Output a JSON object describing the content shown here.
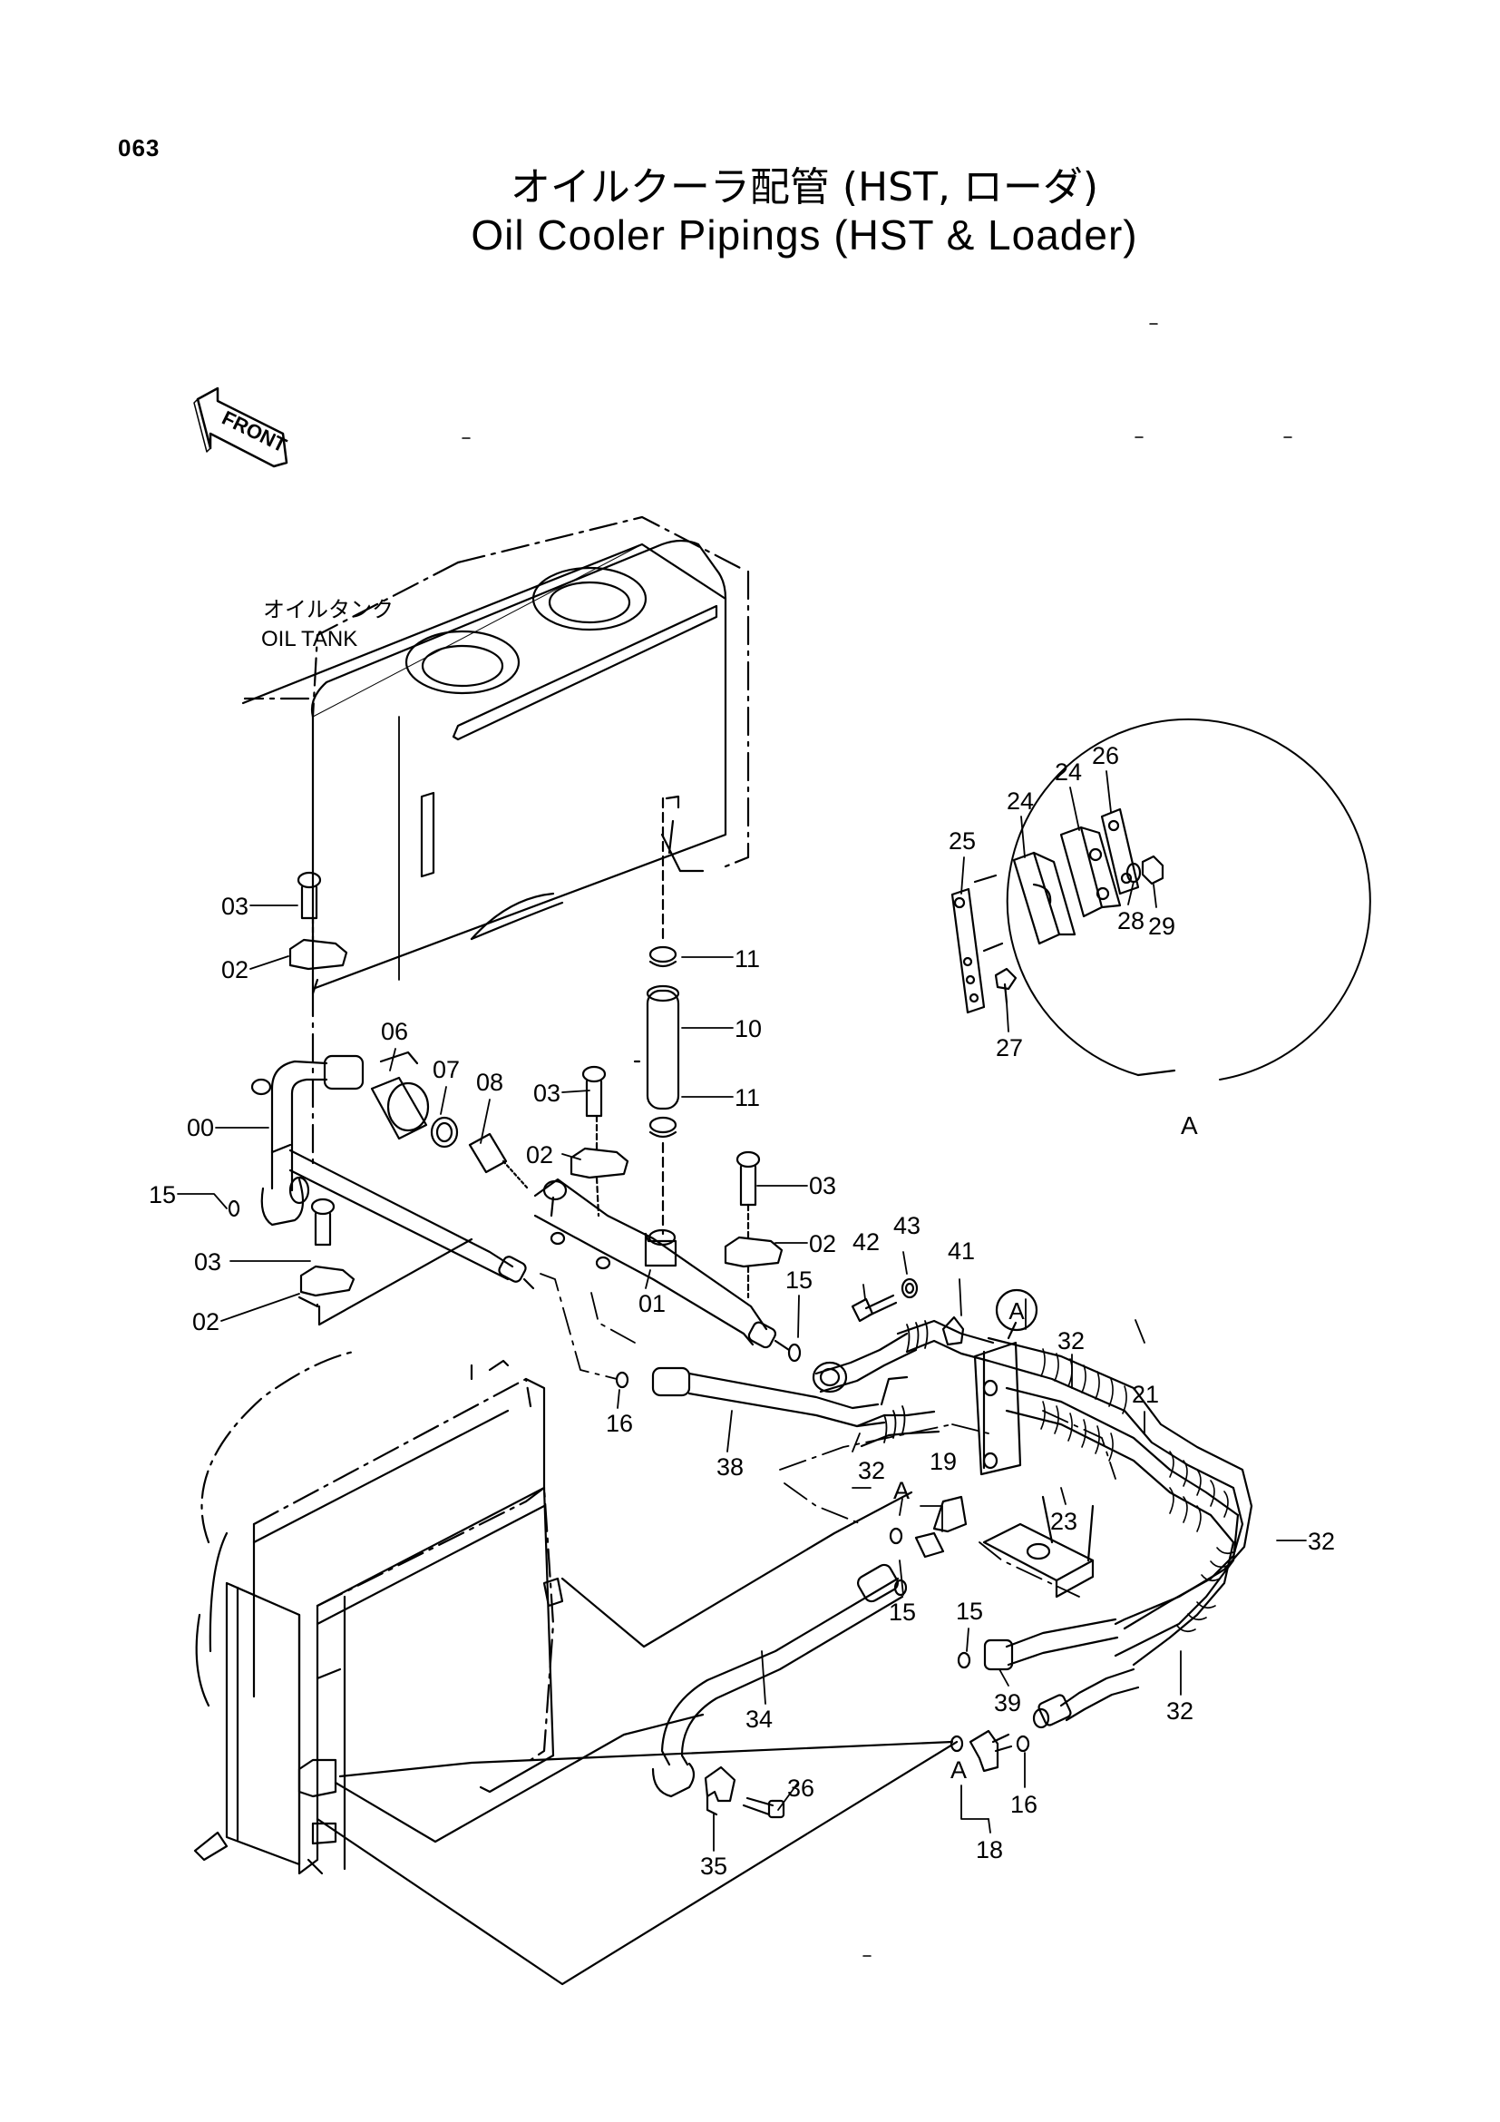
{
  "page_number": "063",
  "title_jp": "オイルクーラ配管 (HST, ローダ)",
  "title_en": "Oil Cooler Pipings (HST & Loader)",
  "front_label": "FRONT",
  "tank_label_jp": "オイルタンク",
  "tank_label_en": "OIL TANK",
  "detail_label": "A",
  "detail_callout": "A",
  "callouts": {
    "c00": "00",
    "c01": "01",
    "c02a": "02",
    "c02b": "02",
    "c02c": "02",
    "c02d": "02",
    "c03a": "03",
    "c03b": "03",
    "c03c": "03",
    "c03d": "03",
    "c06": "06",
    "c07": "07",
    "c08": "08",
    "c10": "10",
    "c11a": "11",
    "c11b": "11",
    "c15a": "15",
    "c15b": "15",
    "c15c": "15",
    "c15d": "15",
    "c16a": "16",
    "c16b": "16",
    "c18": "18",
    "c19": "19",
    "c21": "21",
    "c23": "23",
    "c24a": "24",
    "c24b": "24",
    "c25": "25",
    "c26": "26",
    "c27": "27",
    "c28": "28",
    "c29": "29",
    "c32a": "32",
    "c32b": "32",
    "c32c": "32",
    "c32d": "32",
    "c34": "34",
    "c35": "35",
    "c36": "36",
    "c38": "38",
    "c39": "39",
    "c41": "41",
    "c42": "42",
    "c43": "43",
    "cA1": "A",
    "cA2": "A"
  }
}
